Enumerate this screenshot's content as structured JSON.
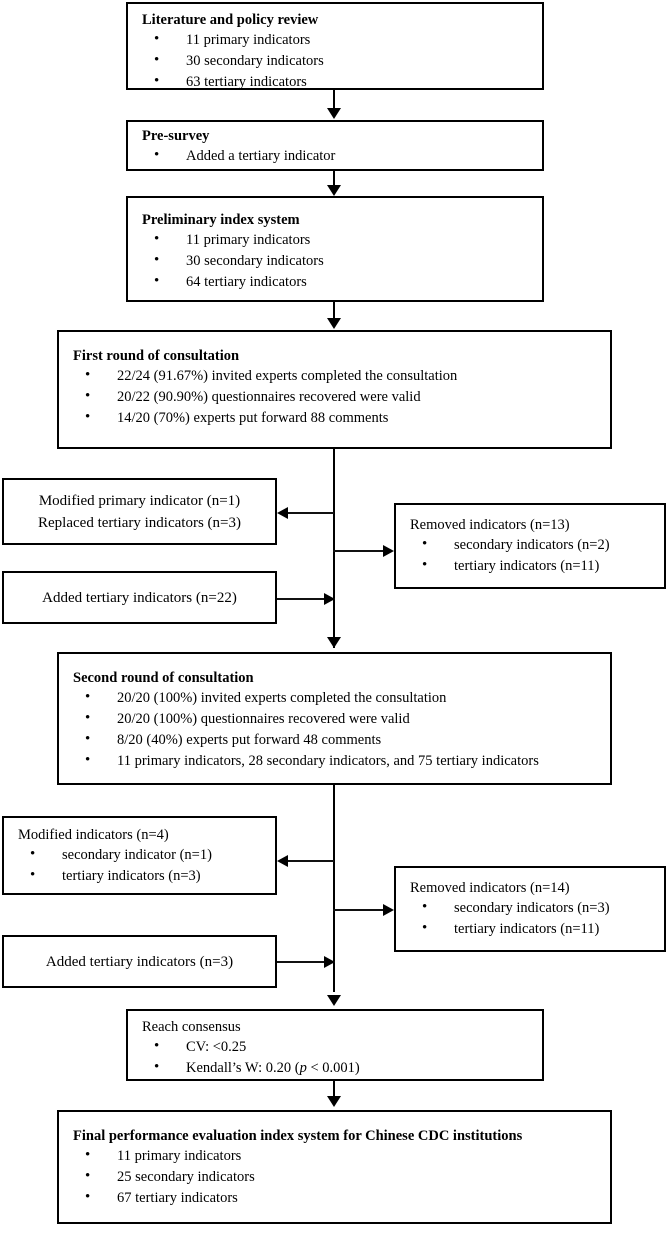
{
  "figure": {
    "type": "flowchart",
    "orientation": "top-to-bottom",
    "description": "Delphi process flowchart for developing a performance evaluation index system for Chinese CDC institutions"
  },
  "boxes": {
    "literature_review": {
      "title": "Literature and policy review",
      "bullets": [
        "11 primary indicators",
        "30 secondary indicators",
        "63 tertiary indicators"
      ]
    },
    "pre_survey": {
      "title": "Pre-survey",
      "bullets": [
        "Added a tertiary indicator"
      ]
    },
    "preliminary_index": {
      "title": "Preliminary  index system",
      "bullets": [
        "11 primary indicators",
        "30 secondary indicators",
        "64 tertiary indicators"
      ]
    },
    "first_round": {
      "title": "First round of consultation",
      "bullets": [
        "22/24 (91.67%) invited experts completed the consultation",
        "20/22 (90.90%) questionnaires recovered were valid",
        "14/20 (70%) experts put forward 88 comments"
      ]
    },
    "modified_r1": {
      "lines": [
        "Modified primary indicator (n=1)",
        "Replaced tertiary indicators (n=3)"
      ]
    },
    "added_r1": {
      "lines": [
        "Added tertiary indicators (n=22)"
      ]
    },
    "removed_r1": {
      "title": "Removed indicators (n=13)",
      "bullets": [
        "secondary indicators (n=2)",
        "tertiary indicators (n=11)"
      ]
    },
    "second_round": {
      "title": "Second round of consultation",
      "bullets": [
        "20/20 (100%) invited experts completed the consultation",
        "20/20 (100%) questionnaires recovered were valid",
        "8/20 (40%) experts put forward 48 comments",
        "11 primary indicators, 28 secondary indicators, and 75 tertiary indicators"
      ]
    },
    "modified_r2": {
      "title": "Modified indicators (n=4)",
      "bullets": [
        "secondary indicator (n=1)",
        "tertiary indicators (n=3)"
      ]
    },
    "added_r2": {
      "lines": [
        "Added tertiary indicators (n=3)"
      ]
    },
    "removed_r2": {
      "title": "Removed indicators (n=14)",
      "bullets": [
        "secondary indicators (n=3)",
        "tertiary indicators (n=11)"
      ]
    },
    "reach_consensus": {
      "title": "Reach consensus",
      "bullets_html": [
        "CV: <0.25",
        "Kendall’s W: 0.20 (p < 0.001)"
      ],
      "bullet_cv": "CV: <0.25",
      "bullet_kendall_pre": "Kendall’s W: 0.20 (",
      "bullet_kendall_ital": "p",
      "bullet_kendall_post": " < 0.001)"
    },
    "final_system": {
      "title": "Final performance evaluation index system for Chinese CDC institutions",
      "bullets": [
        "11 primary indicators",
        "25 secondary indicators",
        "67 tertiary indicators"
      ]
    }
  },
  "colors": {
    "stroke": "#000000",
    "background": "#ffffff",
    "text": "#000000"
  }
}
